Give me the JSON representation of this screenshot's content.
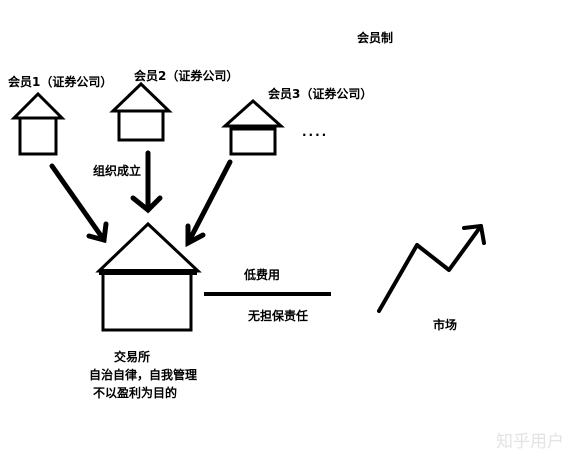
{
  "title": "会员制",
  "members": [
    {
      "label": "会员1（证券公司）"
    },
    {
      "label": "会员2（证券公司）"
    },
    {
      "label": "会员3（证券公司）"
    }
  ],
  "ellipsis": "....",
  "organize_label": "组织成立",
  "exchange": {
    "name": "交易所",
    "trait1": "自治自律，自我管理",
    "trait2": "不以盈利为目的"
  },
  "link": {
    "top_label": "低费用",
    "bottom_label": "无担保责任"
  },
  "market_label": "市场",
  "watermark": "知乎用户"
}
